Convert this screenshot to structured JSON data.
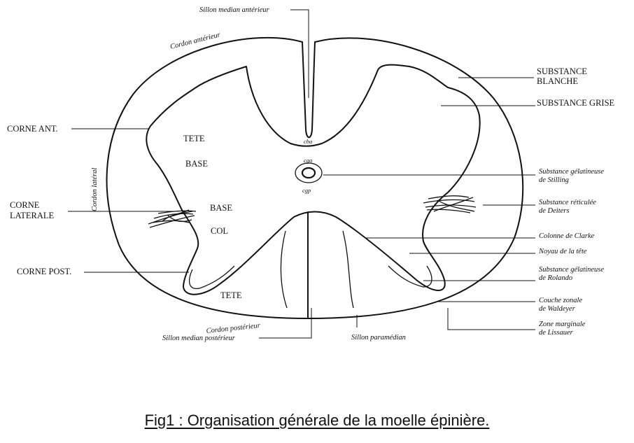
{
  "labels": {
    "sillon_median_anterieur": "Sillon median antérieur",
    "cordon_anterieur": "Cordon antérieur",
    "cordon_lateral": "Cordon latéral",
    "cordon_posterieur": "Cordon postérieur",
    "sillon_median_posterieur": "Sillon median postérieur",
    "sillon_paramedian": "Sillon paramédian",
    "corne_ant": "CORNE ANT.",
    "corne_laterale_1": "CORNE",
    "corne_laterale_2": "LATERALE",
    "corne_post": "CORNE POST.",
    "tete_ant": "TETE",
    "base_ant": "BASE",
    "base_lat": "BASE",
    "col": "COL",
    "tete_post": "TETE",
    "cba": "cba",
    "cga": "cga",
    "cgp": "cgp",
    "substance_blanche_1": "SUBSTANCE",
    "substance_blanche_2": "BLANCHE",
    "substance_grise": "SUBSTANCE GRISE",
    "stilling_1": "Substance gélatineuse",
    "stilling_2": "de Stilling",
    "deiters_1": "Substance réticulée",
    "deiters_2": "de Deiters",
    "clarke": "Colonne de Clarke",
    "noyau_tete": "Noyau de la tête",
    "rolando_1": "Substance gélatineuse",
    "rolando_2": "de Rolando",
    "waldeyer_1": "Couche zonale",
    "waldeyer_2": "de Waldeyer",
    "lissauer_1": "Zone marginale",
    "lissauer_2": "de Lissauer"
  },
  "caption": "Fig1 : Organisation générale de la moelle épinière."
}
